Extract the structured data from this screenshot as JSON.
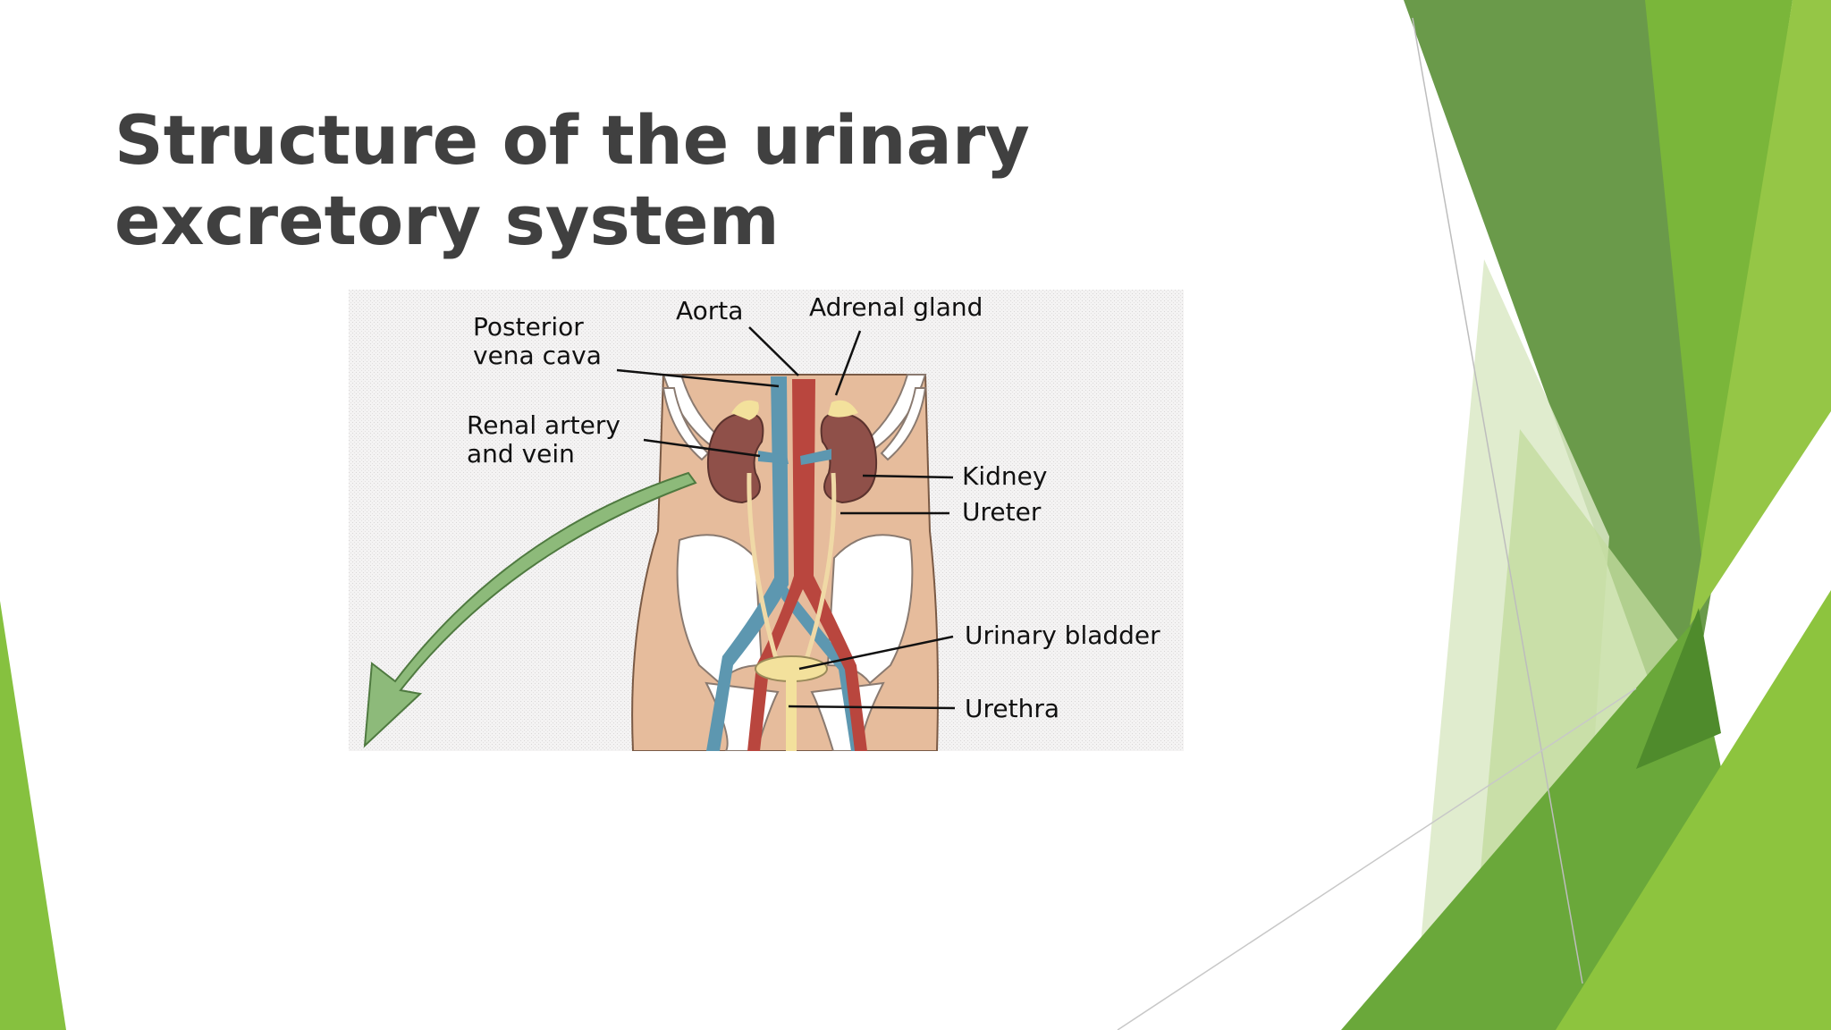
{
  "slide": {
    "title": "Structure of the urinary excretory system"
  },
  "figure": {
    "labels": {
      "aorta": "Aorta",
      "adrenal_gland": "Adrenal gland",
      "posterior_vena_cava_line1": "Posterior",
      "posterior_vena_cava_line2": "vena cava",
      "renal_artery_line1": "Renal artery",
      "renal_artery_line2": "and vein",
      "kidney": "Kidney",
      "ureter": "Ureter",
      "urinary_bladder": "Urinary bladder",
      "urethra": "Urethra"
    }
  },
  "colors": {
    "accent_dark": "#4f8b2c",
    "accent_mid": "#6fae35",
    "accent_light": "#8cc43d",
    "accent_pale": "#d6e8bd",
    "title_text": "#404040",
    "aorta": "#b9463e",
    "vena_cava": "#5d97b0",
    "kidney": "#8f5049",
    "body": "#e6bc9c",
    "arrow": "#8dba7a"
  }
}
